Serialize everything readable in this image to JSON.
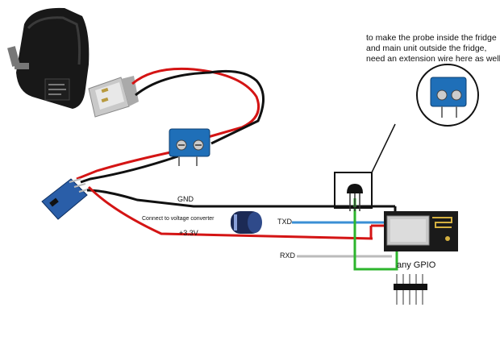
{
  "diagram": {
    "title": "ESP8266 fridge temperature sensor wiring",
    "annotation": "to make the probe inside the fridge and main unit outside the fridge, need an extension wire here as well",
    "labels": {
      "gnd": "GND",
      "txd": "TXD",
      "rxd": "RXD",
      "vcc": "+3.3V",
      "converter_note": "Connect to voltage converter",
      "gpio": "any GPIO"
    },
    "components": [
      {
        "id": "power-adapter",
        "label": "USB wall power adapter"
      },
      {
        "id": "usb-plug",
        "label": "USB A plug"
      },
      {
        "id": "terminal-block",
        "label": "Screw terminal block (2-pin)"
      },
      {
        "id": "voltage-converter",
        "label": "3.3V voltage converter module"
      },
      {
        "id": "capacitor",
        "label": "Electrolytic capacitor"
      },
      {
        "id": "temp-sensor",
        "label": "Temperature probe (TO-92)"
      },
      {
        "id": "esp-module",
        "label": "ESP8266 module"
      },
      {
        "id": "pin-header",
        "label": "Pin header"
      }
    ],
    "wire_colors": {
      "power": "#d41414",
      "ground": "#111111",
      "txd": "#3a8fd4",
      "gpio": "#2db52d",
      "rxd": "#bbbbbb"
    },
    "module_colors": {
      "terminal_block": "#1f6fb8",
      "converter": "#2a5ea8",
      "capacitor": "#1c2a55",
      "esp_board": "#1a1a1a"
    }
  }
}
